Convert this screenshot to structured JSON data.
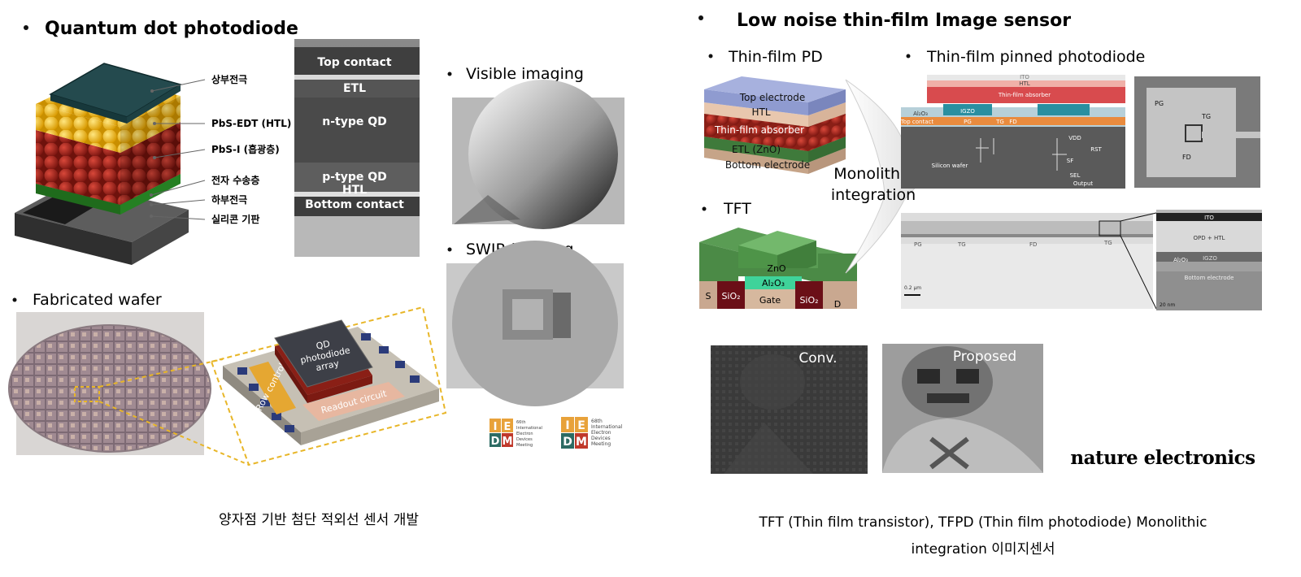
{
  "left": {
    "title": "Quantum dot photodiode",
    "stack_labels": [
      "상부전극",
      "PbS-EDT (HTL)",
      "PbS-I (흡광층)",
      "전자 수송층",
      "하부전극",
      "실리콘 기판"
    ],
    "tem_layers": [
      "Top contact",
      "ETL",
      "n-type QD",
      "p-type QD",
      "HTL",
      "Bottom contact"
    ],
    "visible_imaging": "Visible imaging",
    "swir_imaging": "SWIR imaging",
    "fabricated_wafer": "Fabricated wafer",
    "chip": {
      "array": "QD photodiode array",
      "row_control": "Row control",
      "readout": "Readout circuit"
    },
    "iedm": [
      {
        "letters": [
          "I",
          "E",
          "D",
          "M"
        ],
        "text": [
          "66th",
          "International",
          "Electron",
          "Devices",
          "Meeting"
        ]
      },
      {
        "letters": [
          "I",
          "E",
          "D",
          "M"
        ],
        "text": [
          "68th",
          "International",
          "Electron",
          "Devices",
          "Meeting"
        ]
      }
    ],
    "caption": "양자점 기반 첨단 적외선 센서 개발"
  },
  "right": {
    "title": "Low noise thin-film Image sensor",
    "thin_film_pd": "Thin-film PD",
    "pd_layers": [
      "Top electrode",
      "HTL",
      "Thin-film absorber",
      "ETL (ZnO)",
      "Bottom electrode"
    ],
    "pinned_pd": "Thin-film pinned photodiode",
    "tft": "TFT",
    "tft_layers": {
      "zno": "ZnO",
      "al2o3": "Al₂O₃",
      "s": "S",
      "sio2_left": "SiO₂",
      "gate": "Gate",
      "sio2_right": "SiO₂",
      "d": "D"
    },
    "monolithic_1": "Monolithic",
    "monolithic_2": "integration",
    "micro_top": [
      "ITO",
      "HTL",
      "Thin-film absorber",
      "IGZO",
      "Al₂O₃",
      "Top contact",
      "PG",
      "TG",
      "FD",
      "VDD",
      "RST",
      "SF",
      "SEL",
      "Output",
      "Silicon wafer"
    ],
    "micro_cross": [
      "PG",
      "TG",
      "FD",
      "TG",
      "0.2 μm"
    ],
    "micro_sem": [
      "PG",
      "TG",
      "FD"
    ],
    "micro_zoom": [
      "ITO",
      "OPD + HTL",
      "Al₂O₃",
      "IGZO",
      "Bottom electrode",
      "20 nm"
    ],
    "conv": "Conv.",
    "proposed": "Proposed",
    "brand": "nature electronics",
    "caption_1": "TFT (Thin film transistor), TFPD (Thin film photodiode) Monolithic",
    "caption_2": "integration 이미지센서"
  }
}
